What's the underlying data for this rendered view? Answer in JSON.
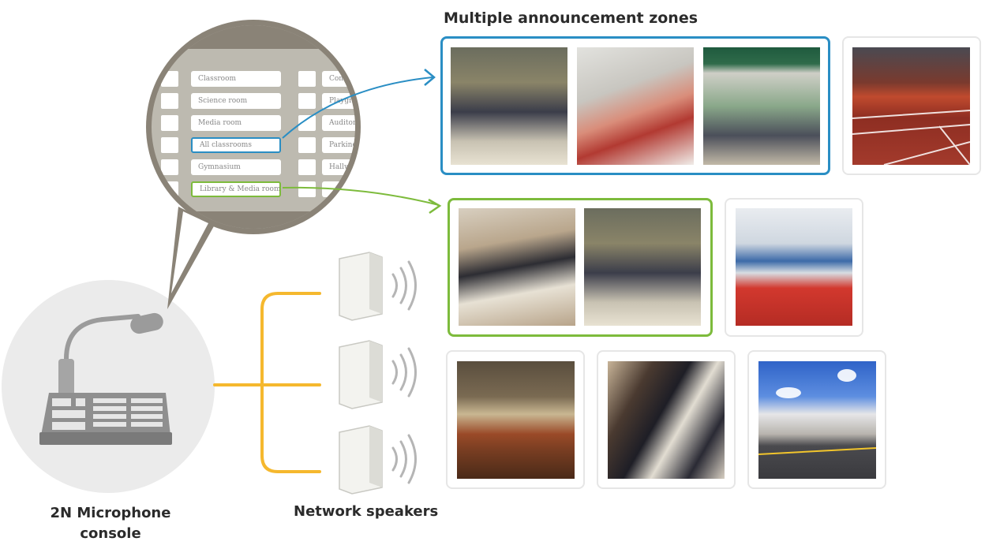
{
  "title": "Multiple announcement zones",
  "console_label_line1": "2N Microphone",
  "console_label_line2": "console",
  "speakers_label": "Network speakers",
  "zones_left": [
    "Classroom",
    "Science room",
    "Media room",
    "All classrooms",
    "Gymnasium",
    "Library & Media room"
  ],
  "zones_right": [
    "Conte",
    "Playgrou",
    "Auditoriu",
    "Parking lot",
    "Hallways"
  ],
  "colors": {
    "blue_zone": "#2a8ec4",
    "green_zone": "#7dbb3c",
    "orange_wiring": "#f5b82e",
    "gray_panel": "#bdbab0"
  },
  "photos": {
    "row1": [
      "students-at-lab-bench",
      "raised-hand-classroom",
      "exam-hall",
      "outdoor-playground-court"
    ],
    "row2": [
      "library-desk",
      "students-at-lab-bench",
      "cafeteria-red-chairs"
    ],
    "row3": [
      "gymnasium-basketball-hoop",
      "hallway-students",
      "school-building-exterior"
    ]
  }
}
